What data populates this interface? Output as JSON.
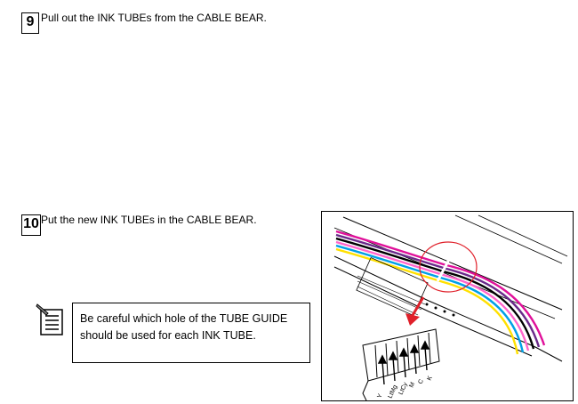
{
  "steps": [
    {
      "number": "9",
      "text": "Pull out the INK TUBEs from the CABLE BEAR."
    },
    {
      "number": "10",
      "text": "Put the new INK TUBEs in the CABLE BEAR."
    }
  ],
  "note": {
    "icon": "memo-pad-icon",
    "lines": [
      "Be careful which hole of the TUBE GUIDE",
      "should be used for each INK TUBE."
    ]
  },
  "illustration": {
    "tube_colors": [
      "#e0109a",
      "#6a2a8a",
      "#000000",
      "#ff66cc",
      "#00a0e6",
      "#ffe000"
    ],
    "highlight_color": "#e0202a",
    "guide_labels": [
      "K",
      "C",
      "M",
      "LtCy",
      "LtMg",
      "Y"
    ]
  }
}
